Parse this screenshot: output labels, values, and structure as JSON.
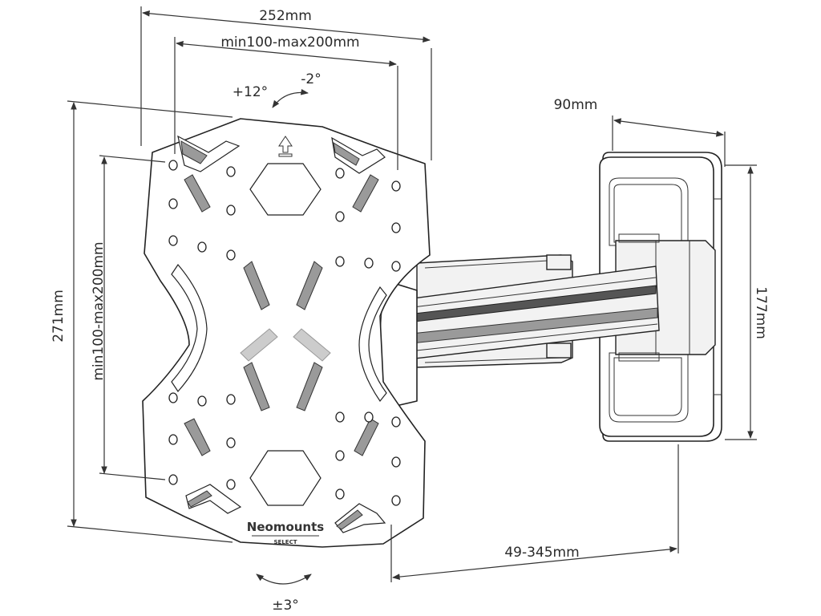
{
  "dimensions": {
    "overall_width": "252mm",
    "vesa_horizontal": "min100-max200mm",
    "depth": "90mm",
    "overall_height": "271mm",
    "vesa_vertical": "min100-max200mm",
    "wall_plate_height": "177mm",
    "extension": "49-345mm"
  },
  "tilt": {
    "up": "+12°",
    "down": "-2°",
    "rotation": "±3°"
  },
  "brand": {
    "name": "Neomounts",
    "sub": "SELECT"
  }
}
